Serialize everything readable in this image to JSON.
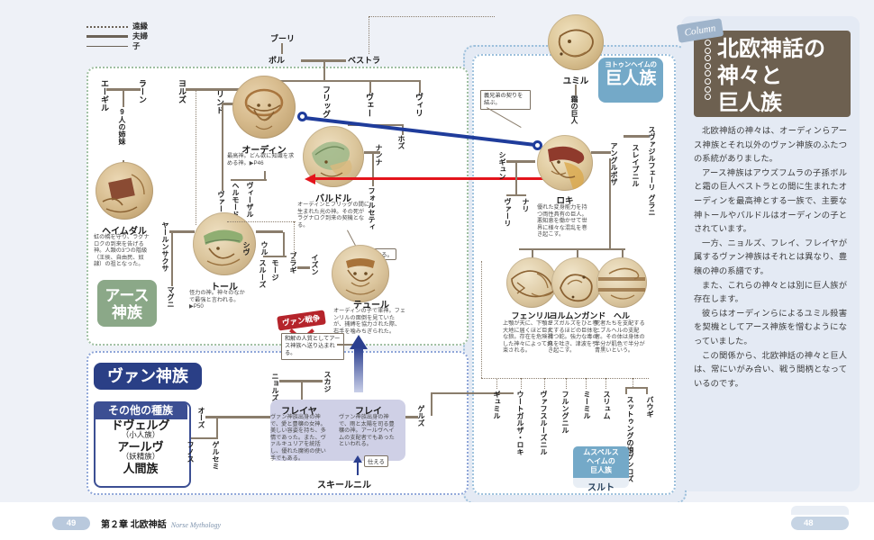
{
  "legend": {
    "items": [
      {
        "label": "遠縁",
        "style": "dotted"
      },
      {
        "label": "夫婦",
        "style": "thick"
      },
      {
        "label": "子",
        "style": "thin"
      }
    ]
  },
  "groups": {
    "aesir": "アース\n神族",
    "aesir_l1": "アース",
    "aesir_l2": "神族",
    "vanir": "ヴァン神族",
    "jotun_small": "ヨトゥンヘイムの",
    "jotun_big": "巨人族",
    "muspell_top": "ムスペルス\nヘイムの\n巨人族",
    "muspell_top1": "ムスペルス",
    "muspell_top2": "ヘイムの",
    "muspell_top3": "巨人族",
    "muspell_name": "スルト",
    "other_title": "その他の種族",
    "other_items": [
      {
        "name": "ドヴェルグ",
        "sub": "（小人族）"
      },
      {
        "name": "アールヴ",
        "sub": "（妖精族）"
      },
      {
        "name": "人間族",
        "sub": ""
      }
    ]
  },
  "column": {
    "tag": "Column",
    "title_line1": "北欧神話の",
    "title_line2": "神々と",
    "title_line3": "巨人族",
    "paragraphs": [
      "北欧神話の神々は、オーディンらアース神族とそれ以外のヴァン神族のふたつの系統がありました。",
      "アース神族はアウズフムラの子孫ボルと霜の巨人ベストラとの間に生まれたオーディンを最高神とする一族で、主要な神トールやバルドルはオーディンの子とされています。",
      "一方、ニョルズ、フレイ、フレイヤが属するヴァン神族はそれとは異なり、豊穣の神の系譜です。",
      "また、これらの神々とは別に巨人族が存在します。",
      "彼らはオーディンらによるユミル殺害を契機としてアース神族を憎むようになっていました。",
      "この関係から、北欧神話の神々と巨人は、常にいがみ合い、戦う間柄となっているのです。"
    ]
  },
  "figures": {
    "odin": {
      "name": "オーディン",
      "desc": "最高神。どん欲に知識を求める神。▶P46"
    },
    "baldr": {
      "name": "バルドル",
      "desc": "オーディンとフリッグの間に生まれた光の神。その死がラグナロク到来の契機となる。"
    },
    "heimdall": {
      "name": "ヘイムダル",
      "desc": "虹の橋を守り、ラグナロクの到来を告げる神。人類の3つの階級（王侯、自由民、奴隷）の祖となった。"
    },
    "thor": {
      "name": "トール",
      "desc": "怪力の神。神々のなかで最強と言われる。▶P50"
    },
    "tyr": {
      "name": "テュール",
      "desc": "オーディンの子で軍神。フェンリルの面倒を見ていたが、捕縛を協力された際、右手を噛みちぎられた。"
    },
    "freyja": {
      "name": "フレイヤ",
      "desc": "ヴァン神族出身の神で、愛と豊穣の女神。美しい容姿を持ち、多情であった。また、ヴァルキュリアを統括し、優れた魔術の使い手でもある。"
    },
    "freyr": {
      "name": "フレイ",
      "desc": "ヴァン神族出身の神で、雨と太陽を司る豊穣の神。アールヴヘイムの支配者でもあったといわれる。"
    },
    "ymir": {
      "name": "ユミル",
      "desc": ""
    },
    "loki": {
      "name": "ロキ",
      "desc": "優れた変身能力を持つ両性具有の巨人。悪知恵を働かせて世界に様々な混乱を巻き起こす。"
    },
    "fenrir": {
      "name": "フェンリル",
      "desc": "上顎が天に、下顎が大地に届くほど巨大な狼。存在を危険視した神々によって拘束される。"
    },
    "jormungandr": {
      "name": "ヨルムンガンド",
      "desc": "ミズガルズをひと巻にするほどの巨体を持つ蛇。強力な毒の息を吐き、津波を引き起こす。"
    },
    "hel": {
      "name": "ヘル",
      "desc": "死者たちを支配するニブルヘルの支配者。その体は身体の半分が肌色で半分が青黒いという。"
    }
  },
  "names": {
    "buri": "ブーリ",
    "borr": "ボル",
    "bestla": "ベストラ",
    "frigg": "フリッグ",
    "ve": "ヴェー",
    "vili": "ヴィリ",
    "aegir": "エーギル",
    "ran": "ラーン",
    "nine_sisters": "9人の姉妹",
    "jord": "ヨルズ",
    "rindr": "リンド",
    "vidar": "ヴィーザル",
    "hermod": "ヘルモード",
    "vali": "ヴァーリ",
    "hodr": "ホズ",
    "nanna": "ナンナ",
    "forseti": "フォルセティ",
    "sif": "シヴ",
    "bragi": "ブラギ",
    "idunn": "イズン",
    "ullr": "ウル",
    "thrud": "スルーズ",
    "modi": "モージ",
    "magni": "マグニ",
    "jarnsaxa": "ヤールンサクサ",
    "njord": "ニョルズ",
    "skadi": "スカジ",
    "od": "オーズ",
    "gersemi": "ゲルセミ",
    "hnoss": "フノス",
    "gerdr": "ゲルズ",
    "skirnir": "スキールニル",
    "frost_giant": "霜の巨人",
    "sigyn": "シギュン",
    "narfi": "ナリ",
    "vali_loki": "ヴァーリ",
    "svadilfari": "スヴァジルフェーリ",
    "sleipnir": "スレイプニル",
    "grani": "グラニ",
    "angrboda": "アングルボザ",
    "gymir": "ギュミル",
    "utgarda_loki": "ウートガルザ・ロキ",
    "vafthrudnir": "ヴァフスルーズニル",
    "hrungnir": "フルングニル",
    "mimir": "ミーミル",
    "thrym": "スリュム",
    "suttung": "スットゥング",
    "baugi": "バウギ",
    "gunnlod": "スットゥングの娘グンロズ"
  },
  "callouts": {
    "brothers": "義兄弟の契りを結ぶ。",
    "kill": "殺害する。",
    "hostage": "和解の人質としてアース神族へ送り込まれる。",
    "serves": "仕える",
    "war": "ヴァン戦争"
  },
  "footer": {
    "page_left": "49",
    "chapter": "第２章  北欧神話",
    "chapter_en": "Norse Mythology",
    "page_right": "48"
  },
  "colors": {
    "aesir_green": "#8ba888",
    "vanir_blue": "#2a3f86",
    "jotun_blue": "#74a9c8",
    "war_red": "#b5242b",
    "column_brown": "#6d6050",
    "page_bg": "#eef1f7"
  }
}
